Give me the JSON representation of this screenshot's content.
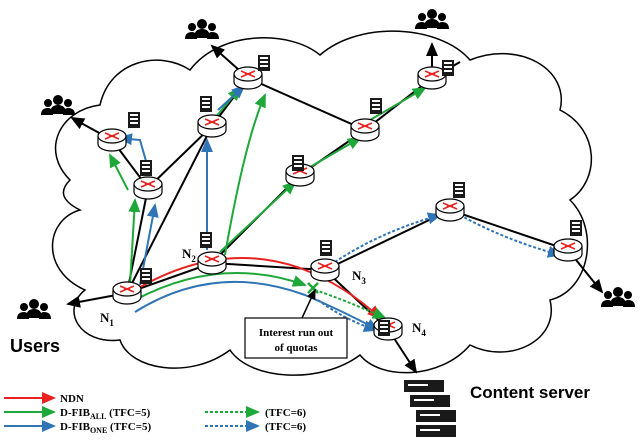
{
  "node_labels": {
    "n1": {
      "main": "N",
      "sub": "1"
    },
    "n2": {
      "main": "N",
      "sub": "2"
    },
    "n3": {
      "main": "N",
      "sub": "3"
    },
    "n4": {
      "main": "N",
      "sub": "4"
    }
  },
  "users_label": "Users",
  "content_server_label": "Content server",
  "callout": {
    "line1": "Interest run out",
    "line2": "of quotas"
  },
  "legend": {
    "ndn": "NDN",
    "dfib_all": {
      "main": "D-FIB",
      "sub": "ALL",
      "suffix": " (TFC=5)"
    },
    "dfib_one": {
      "main": "D-FIB",
      "sub": "ONE",
      "suffix": " (TFC=5)"
    },
    "dotted_green": "(TFC=6)",
    "dotted_blue": "(TFC=6)"
  },
  "colors": {
    "ndn": "#e8231f",
    "dfib_all": "#1fa83a",
    "dfib_one": "#2f74b5",
    "link": "#000000",
    "cloud_stroke": "#000000",
    "router_body": "#ffffff"
  },
  "icons": [
    "router-icon",
    "users-icon",
    "server-icon",
    "server-rack-icon",
    "drop-x-icon"
  ]
}
